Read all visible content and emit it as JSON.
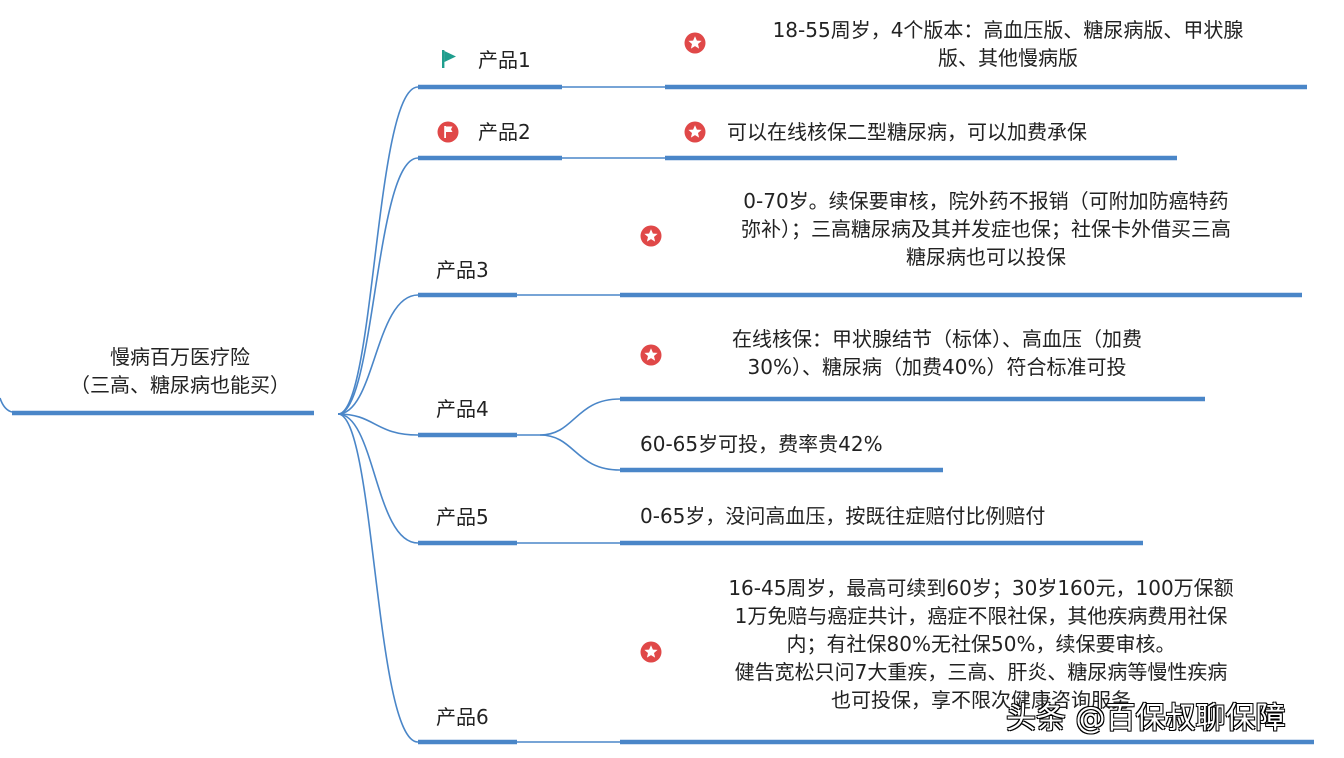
{
  "root": {
    "line1": "慢病百万医疗险",
    "line2": "（三高、糖尿病也能买）"
  },
  "products": [
    {
      "label": "产品1",
      "marker": "green-flag-icon",
      "details": [
        {
          "lines": [
            "18-55周岁，4个版本：高血压版、糖尿病版、甲状腺",
            "版、其他慢病版"
          ],
          "marker": "red-star-icon"
        }
      ]
    },
    {
      "label": "产品2",
      "marker": "red-flag-icon",
      "details": [
        {
          "lines": [
            "可以在线核保二型糖尿病，可以加费承保"
          ],
          "marker": "red-star-icon"
        }
      ]
    },
    {
      "label": "产品3",
      "details": [
        {
          "lines": [
            "0-70岁。续保要审核，院外药不报销（可附加防癌特药",
            "弥补）；三高糖尿病及其并发症也保；社保卡外借买三高",
            "糖尿病也可以投保"
          ],
          "marker": "red-star-icon"
        }
      ]
    },
    {
      "label": "产品4",
      "details": [
        {
          "lines": [
            "在线核保：甲状腺结节（标体）、高血压（加费",
            "30%）、糖尿病（加费40%）符合标准可投"
          ],
          "marker": "red-star-icon"
        },
        {
          "lines": [
            "60-65岁可投，费率贵42%"
          ]
        }
      ]
    },
    {
      "label": "产品5",
      "details": [
        {
          "lines": [
            "0-65岁，没问高血压，按既往症赔付比例赔付"
          ]
        }
      ]
    },
    {
      "label": "产品6",
      "details": [
        {
          "lines": [
            "16-45周岁，最高可续到60岁；30岁160元，100万保额",
            "1万免赔与癌症共计，癌症不限社保，其他疾病费用社保",
            "内；有社保80%无社保50%，续保要审核。",
            "健告宽松只问7大重疾，三高、肝炎、糖尿病等慢性疾病",
            "也可投保，享不限次健康咨询服务"
          ],
          "marker": "red-star-icon"
        }
      ]
    }
  ],
  "watermark": "头条 @百保叔聊保障",
  "colors": {
    "line": "#4a86c8",
    "flag_green": "#1f9e8e",
    "star_red": "#e04848"
  }
}
